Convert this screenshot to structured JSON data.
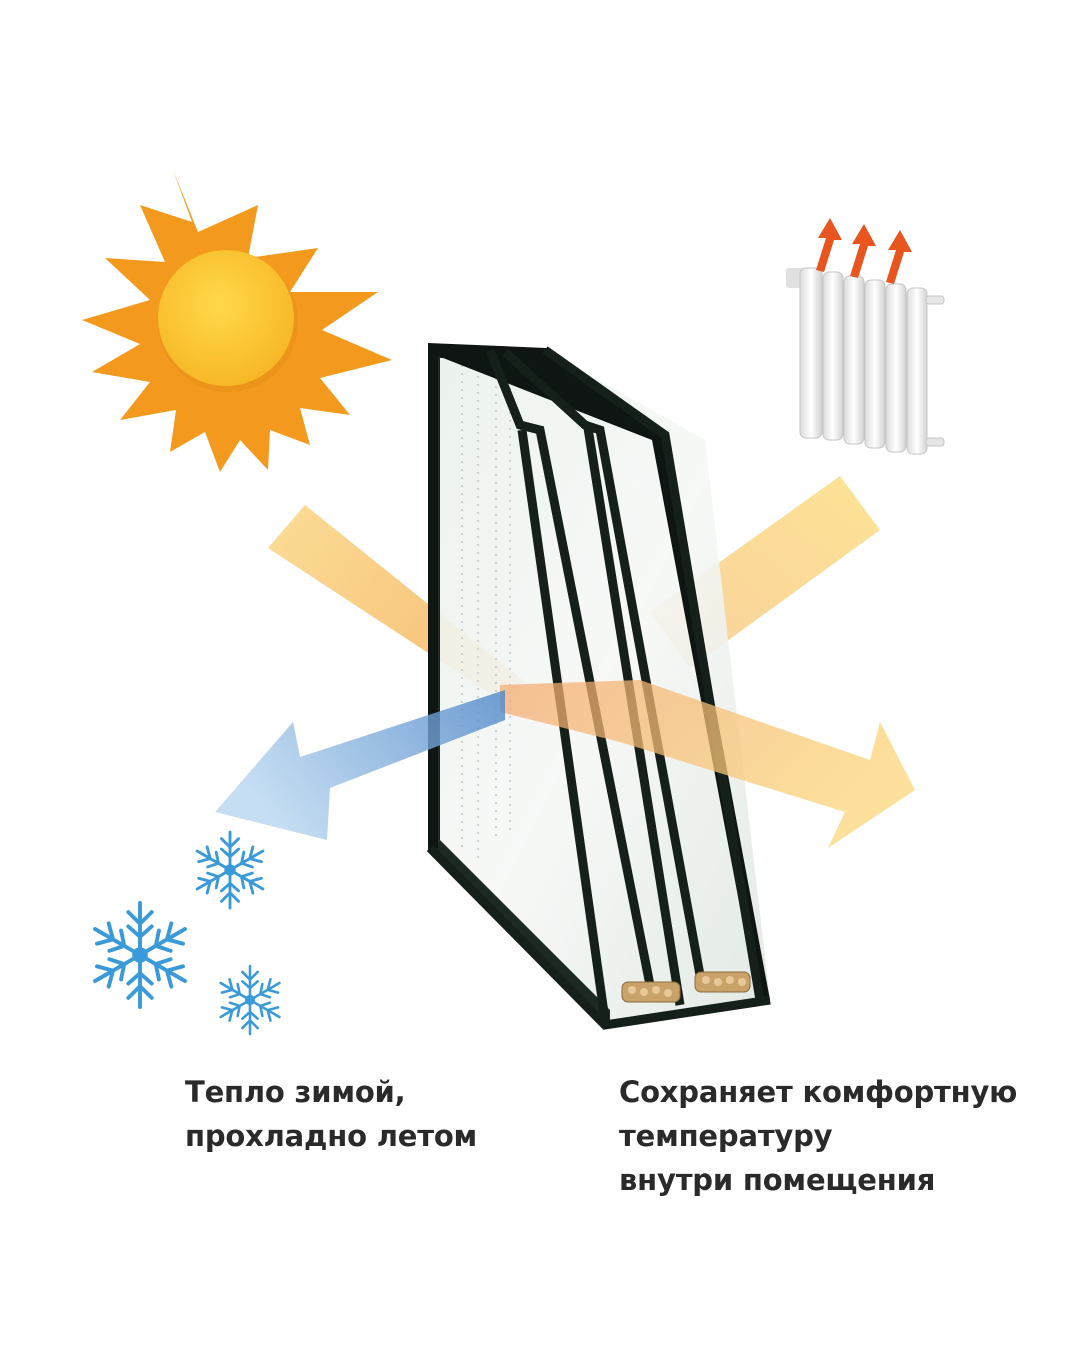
{
  "captions": {
    "left": {
      "line1": "Тепло зимой,",
      "line2": "прохладно летом"
    },
    "right": {
      "line1": "Сохраняет комфортную",
      "line2": "температуру",
      "line3": "внутри помещения"
    }
  },
  "icons": {
    "sun": "sun-icon",
    "radiator": "radiator-icon",
    "snowflake": "snowflake-icon",
    "window": "triple-glazed-window"
  },
  "colors": {
    "sun_rays": "#f39a1e",
    "sun_core": "#fcc52e",
    "warm_arrow": "#f7c46a",
    "cold_arrow": "#7fb2df",
    "heat_arrow": "#e8551e",
    "snowflake": "#3a9ad9",
    "text": "#2a2a2a"
  }
}
